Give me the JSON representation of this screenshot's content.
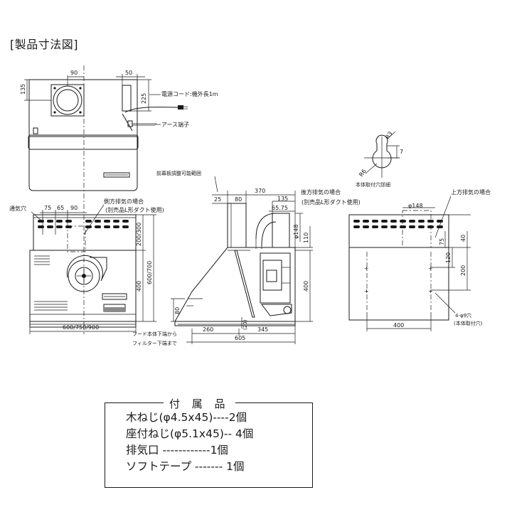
{
  "title": "[製品寸法図]",
  "top_view": {
    "dims": {
      "d135": "135",
      "d90": "90",
      "d50": "50",
      "d225": "225"
    },
    "cord_label": "電源コード:機外長1m",
    "ground_label": "アース端子"
  },
  "mount_detail": {
    "label": "本体取付穴詳細",
    "r3": "R3",
    "r6": "R6",
    "d7": "7"
  },
  "front_view": {
    "label_air_hole": "通気穴",
    "label_side": "側方排気の場合",
    "label_side_sub": "(別売品L形ダクト使用)",
    "dims": {
      "d75": "75",
      "d65": "65",
      "d90": "90",
      "d200_300": "200/300",
      "d600_700": "600/700",
      "d400": "400",
      "d80": "80",
      "width": "600/750/900"
    }
  },
  "side_view": {
    "label_front_adjust": "前幕板調整可能範囲",
    "label_rear": "後方排気の場合",
    "label_rear_sub": "(別売品L形ダクト使用)",
    "label_hood_bottom": "フード本体下端から",
    "label_filter_bottom": "フィルター下端まで",
    "dims": {
      "d25": "25",
      "d80": "80",
      "d370": "370",
      "d135": "135",
      "d65_75": "65.75",
      "d148": "φ148",
      "d110": "110",
      "d400": "400",
      "d20": "(20)",
      "d260": "260",
      "d345": "345",
      "d605": "605"
    }
  },
  "rear_view": {
    "label_top": "上方排気の場合",
    "label_holes": "4-φ9穴",
    "label_holes_sub": "(本体取付穴)",
    "dims": {
      "d148": "φ148",
      "d40": "40",
      "d75": "75",
      "d120": "120",
      "d200": "200",
      "d400": "400"
    }
  },
  "accessories": {
    "heading": "付 属 品",
    "items": [
      {
        "name": "木ねじ(φ4.5x45)",
        "fill": "----",
        "qty": "2個"
      },
      {
        "name": "座付ねじ(φ5.1x45)",
        "fill": "-- ",
        "qty": "4個"
      },
      {
        "name": "排気口",
        "fill": " ------------",
        "qty": "1個"
      },
      {
        "name": "ソフトテープ",
        "fill": " ------- ",
        "qty": "1個"
      }
    ]
  }
}
